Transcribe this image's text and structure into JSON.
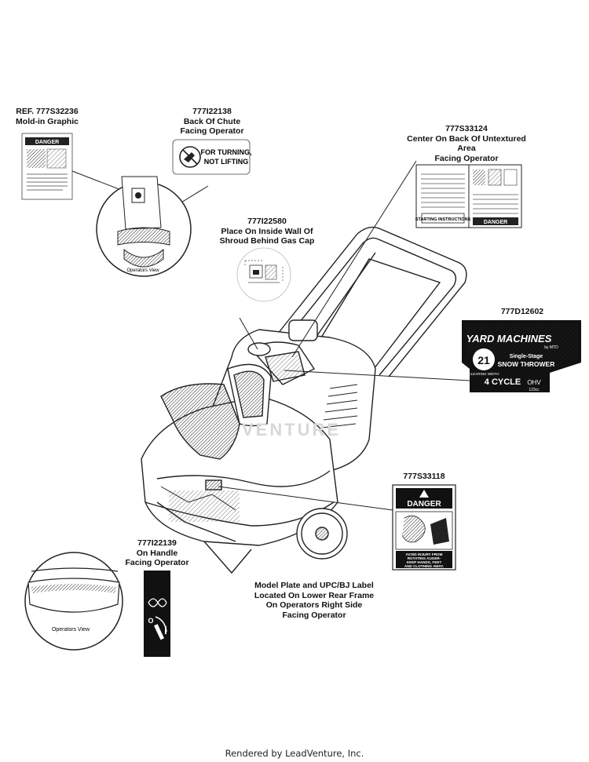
{
  "callouts": {
    "ref_777S32236": {
      "lines": [
        "REF. 777S32236",
        "Mold-in Graphic"
      ]
    },
    "p777I22138": {
      "lines": [
        "777I22138",
        "Back Of Chute",
        "Facing Operator"
      ]
    },
    "p777S33124": {
      "lines": [
        "777S33124",
        "Center On Back Of Untextured",
        "Area",
        "Facing Operator"
      ]
    },
    "p777I22580": {
      "lines": [
        "777I22580",
        "Place On Inside Wall Of",
        "Shroud Behind Gas Cap"
      ]
    },
    "p777D12602": {
      "lines": [
        "777D12602"
      ]
    },
    "p777S33118": {
      "lines": [
        "777S33118"
      ]
    },
    "p777I22139": {
      "lines": [
        "777I22139",
        "On Handle",
        "Facing Operator"
      ]
    },
    "model_plate": {
      "lines": [
        "Model Plate and UPC/BJ Label",
        "Located On Lower Rear Frame",
        "On Operators Right Side",
        "Facing Operator"
      ]
    }
  },
  "decals": {
    "mini_danger": "DANGER",
    "chute": [
      "FOR TURNING,",
      "NOT LIFTING"
    ],
    "instructions_header": "STARTING INSTRUCTIONS",
    "instructions_danger": "DANGER",
    "brand": {
      "name": "YARD MACHINES",
      "sub": "by MTD",
      "model_num": "21",
      "clearing": "CLEARING WIDTH",
      "type1": "Single-Stage",
      "type2": "SNOW THROWER",
      "engine": "4 CYCLE",
      "ohv": "OHV",
      "disp": "123cc"
    },
    "danger_big": {
      "title": "DANGER",
      "lines": [
        "AVOID INJURY FROM",
        "ROTATING AUGER-",
        "KEEP HANDS, FEET",
        "AND CLOTHING AWAY."
      ]
    },
    "handle_mark": "O"
  },
  "view_labels": {
    "small": "Operators View",
    "large": "Operators View"
  },
  "watermark": "VENTURE",
  "footer": "Rendered by LeadVenture, Inc."
}
